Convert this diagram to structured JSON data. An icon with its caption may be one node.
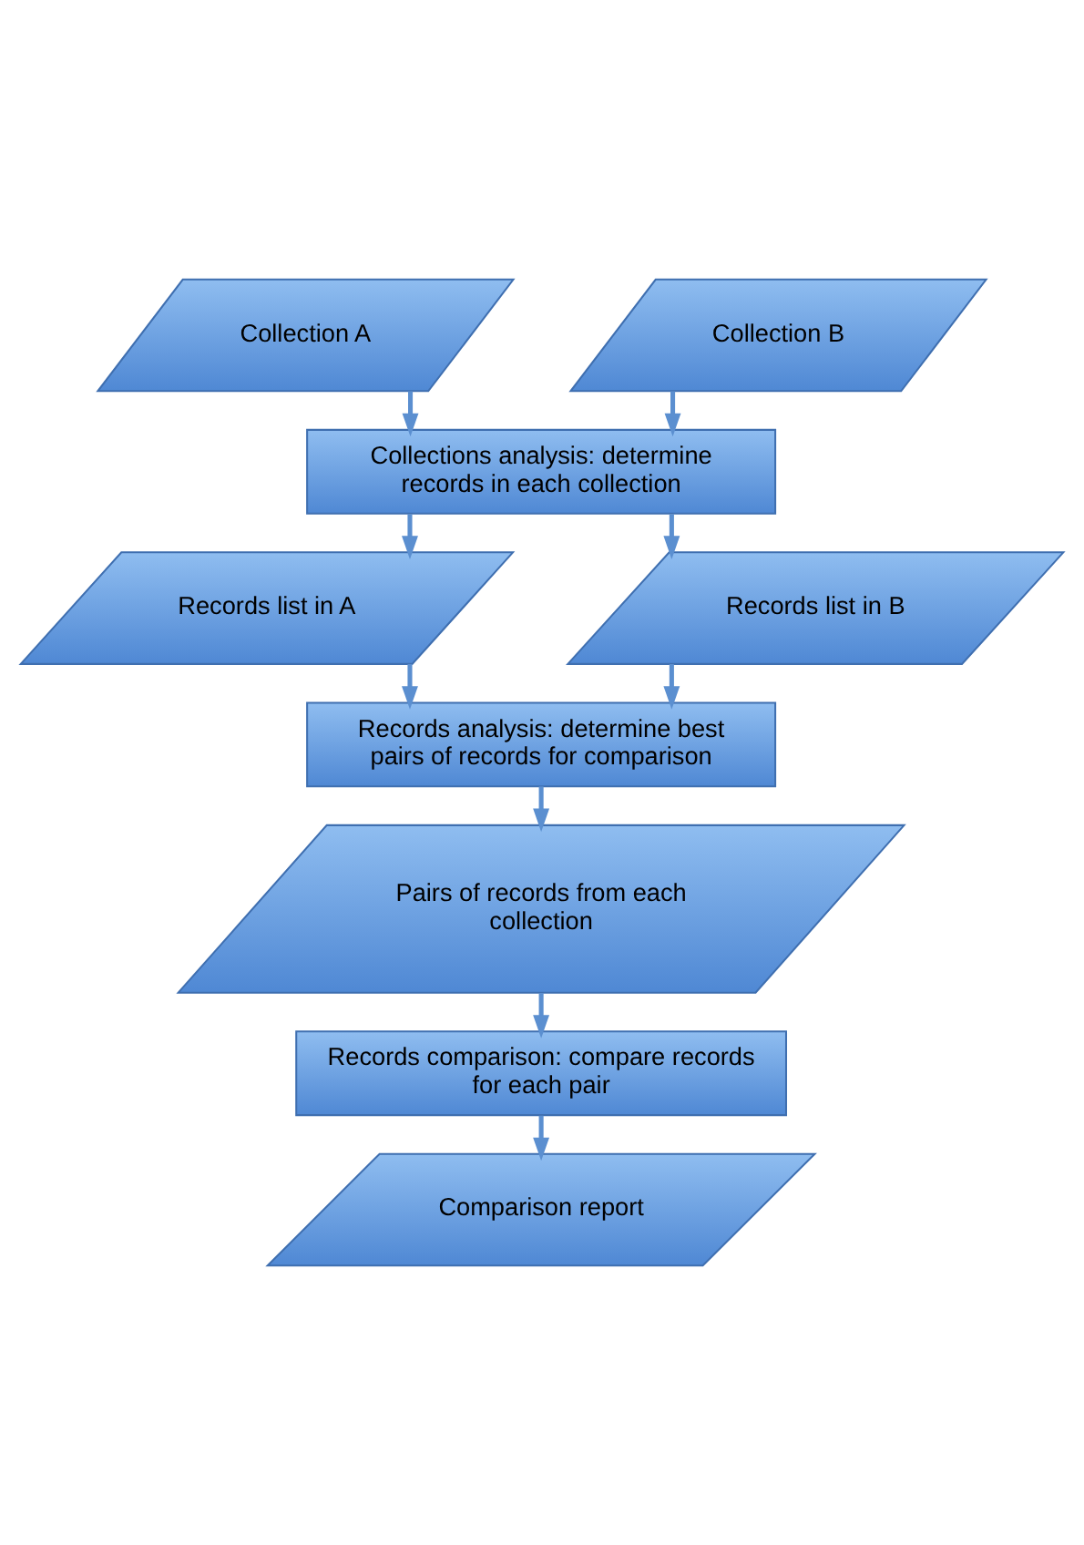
{
  "diagram": {
    "nodes": [
      {
        "text": [
          "Collection A"
        ]
      },
      {
        "text": [
          "Collection B"
        ]
      },
      {
        "text": [
          "Collections analysis: determine records in each collection"
        ]
      },
      {
        "text": [
          "Records list in A"
        ]
      },
      {
        "text": [
          "Records list in B"
        ]
      },
      {
        "text": [
          "Records analysis: determine best pairs of records for comparison"
        ]
      },
      {
        "text": [
          "Pairs of records from each collection"
        ]
      },
      {
        "text": [
          "Records comparison: compare records for each pair"
        ]
      },
      {
        "text": [
          "Comparison report"
        ]
      }
    ],
    "edges": [
      {
        "from": 0,
        "to": 2,
        "arrow": "to"
      },
      {
        "from": 1,
        "to": 2,
        "arrow": "to"
      },
      {
        "from": 2,
        "to": 3,
        "arrow": "to"
      },
      {
        "from": 2,
        "to": 4,
        "arrow": "to"
      },
      {
        "from": 3,
        "to": 5,
        "arrow": "to"
      },
      {
        "from": 4,
        "to": 5,
        "arrow": "to"
      },
      {
        "from": 5,
        "to": 6,
        "arrow": "to"
      },
      {
        "from": 6,
        "to": 7,
        "arrow": "to"
      },
      {
        "from": 7,
        "to": 8,
        "arrow": "to"
      }
    ]
  }
}
